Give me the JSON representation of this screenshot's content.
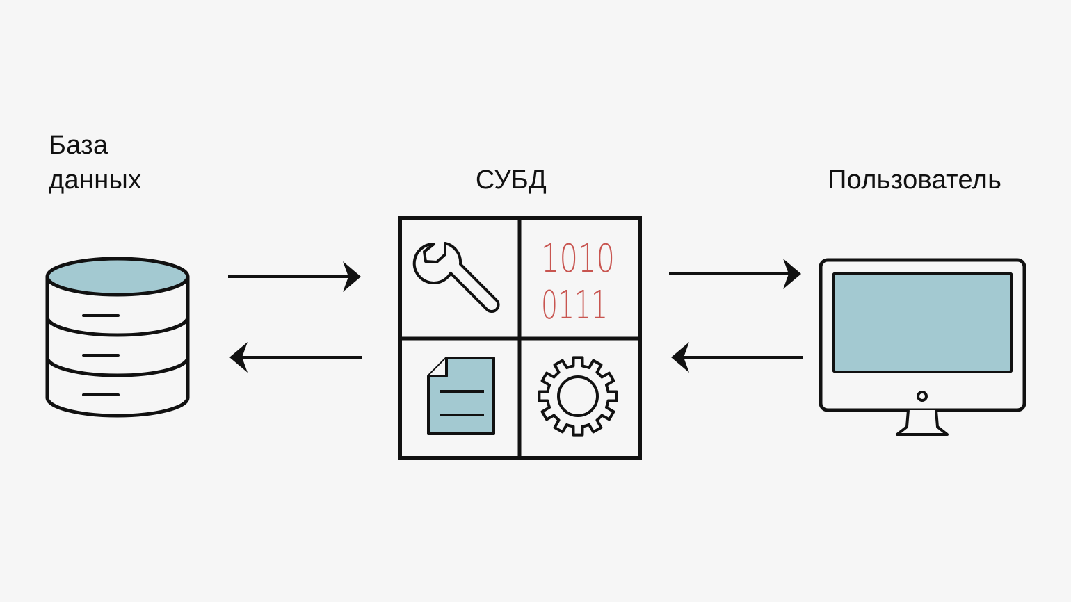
{
  "labels": {
    "database": [
      "База",
      "данных"
    ],
    "dbms": "СУБД",
    "user": "Пользователь"
  },
  "binary": [
    "1010",
    "0111"
  ],
  "icons": {
    "database": "database-cylinder-icon",
    "wrench": "wrench-icon",
    "binary": "binary-code-icon",
    "document": "document-icon",
    "gear": "gear-icon",
    "monitor": "monitor-icon"
  },
  "colors": {
    "background": "#f6f6f6",
    "stroke": "#111111",
    "accent_fill": "#a3c9d1",
    "binary_text": "#c85550"
  }
}
